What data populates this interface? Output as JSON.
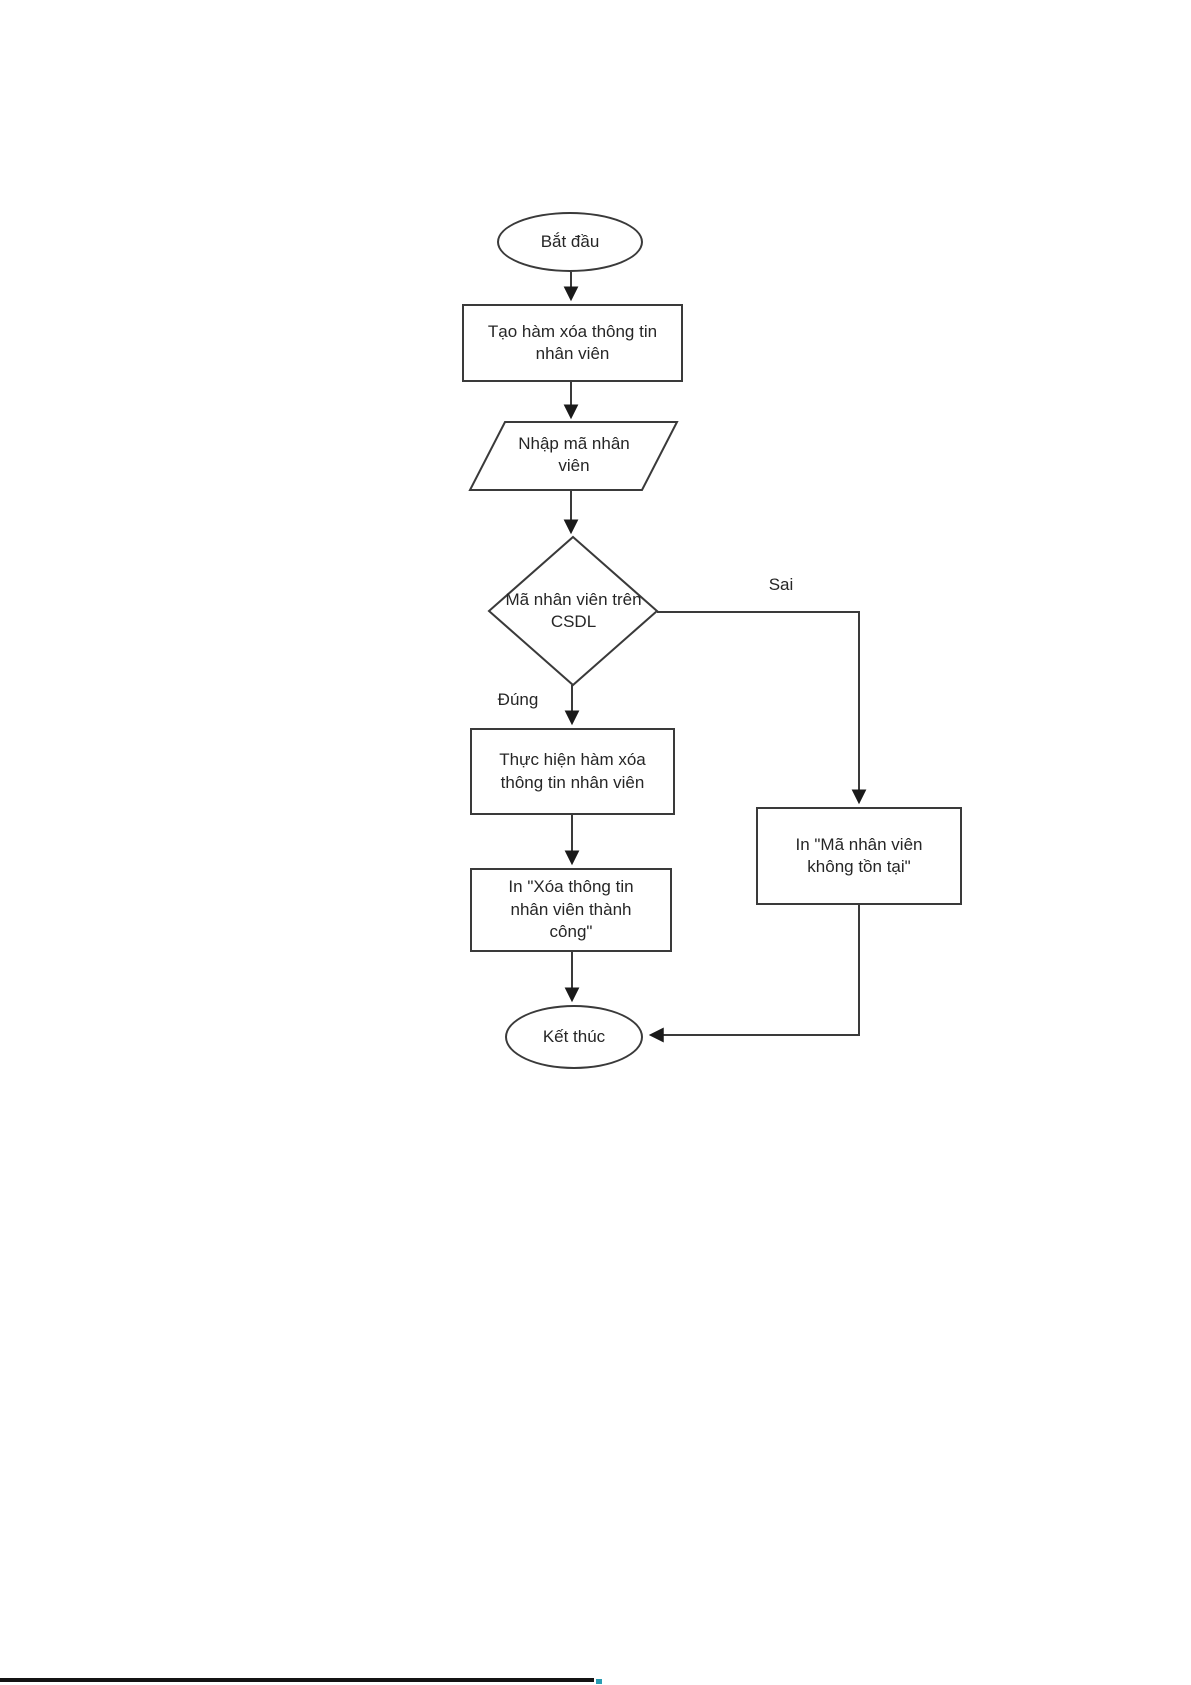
{
  "flowchart": {
    "nodes": {
      "start": {
        "type": "terminator",
        "label": "Bắt đầu"
      },
      "create_function": {
        "type": "process",
        "label": "Tạo hàm xóa thông tin nhân viên"
      },
      "input_employee_code": {
        "type": "input-output",
        "label": "Nhập mã nhân viên"
      },
      "check_code_in_db": {
        "type": "decision",
        "label": "Mã nhân viên trên CSDL"
      },
      "execute_delete": {
        "type": "process",
        "label": "Thực hiện hàm xóa thông tin nhân viên"
      },
      "print_success": {
        "type": "process",
        "label": "In \"Xóa thông tin nhân viên thành công\""
      },
      "print_not_exist": {
        "type": "process",
        "label": "In \"Mã nhân viên không tồn tại\""
      },
      "end": {
        "type": "terminator",
        "label": "Kết thúc"
      }
    },
    "edge_labels": {
      "true_label": "Đúng",
      "false_label": "Sai"
    },
    "colors": {
      "shape_stroke": "#3a3a3a",
      "text": "#262626",
      "page_background": "#ffffff",
      "footer_rule": "#141414",
      "footer_tick_accent": "#2a9db4"
    }
  }
}
